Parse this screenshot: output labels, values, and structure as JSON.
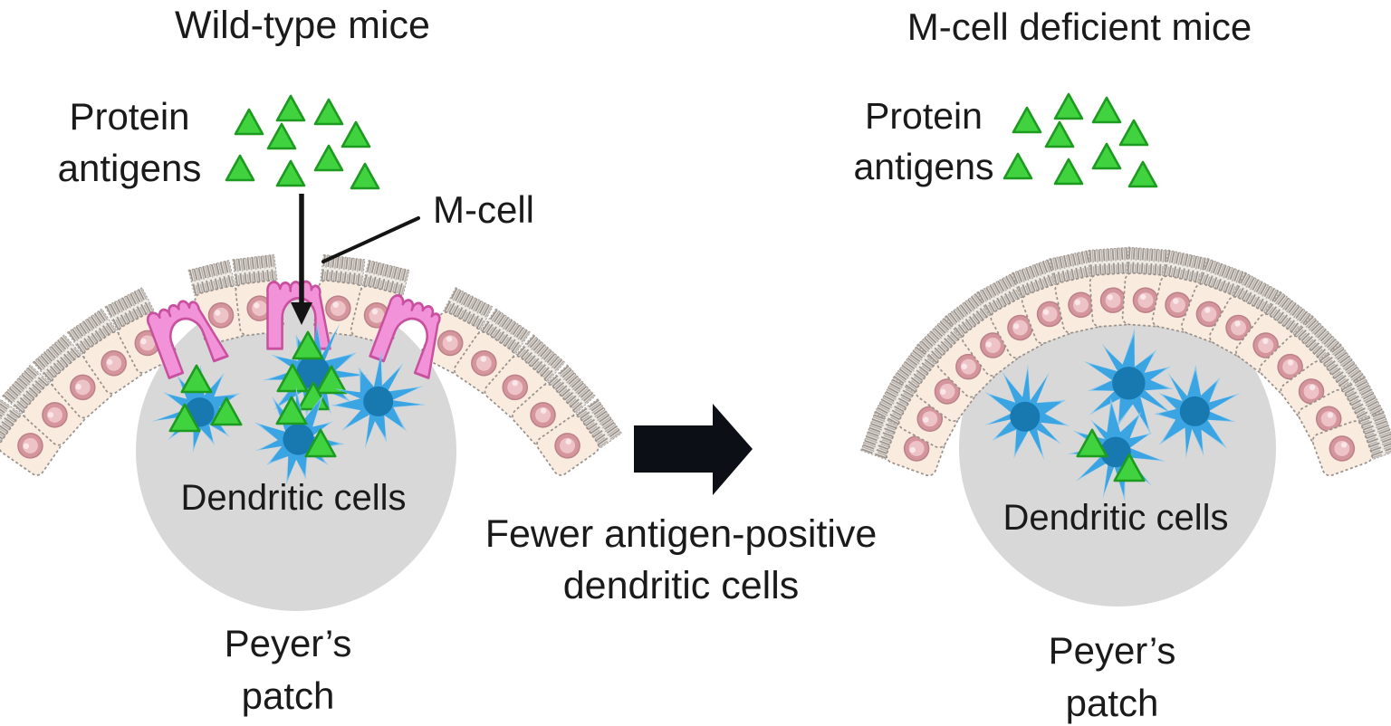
{
  "figure": {
    "type": "biology-schematic",
    "left_panel": {
      "title": "Wild-type mice",
      "protein_label": [
        "Protein",
        "antigens"
      ],
      "antigen_count": 9,
      "mcell_label": "M-cell",
      "mcell_count": 3,
      "dendritic_label": "Dendritic cells",
      "dendritic_cell_count": 4,
      "antigen_positive_dendritic_cell_count": 3,
      "patch_label": [
        "Peyer’s",
        "patch"
      ]
    },
    "right_panel": {
      "title": "M-cell deficient mice",
      "protein_label": [
        "Protein",
        "antigens"
      ],
      "antigen_count": 9,
      "mcell_count": 0,
      "dendritic_label": "Dendritic cells",
      "dendritic_cell_count": 4,
      "antigen_positive_dendritic_cell_count": 1,
      "patch_label": [
        "Peyer’s",
        "patch"
      ]
    },
    "transition": {
      "caption": [
        "Fewer antigen-positive",
        "dendritic cells"
      ]
    },
    "icons": {
      "antigen": "green-triangle",
      "dendritic_cell": "blue-spiky-star",
      "m_cell": "pink-pocket-cell",
      "epithelial_cell": "brush-border-columnar-cell",
      "transition_arrow": "right-arrow",
      "uptake_arrow": "down-arrow"
    },
    "colors": {
      "antigen_fill": "#41d33f",
      "antigen_stroke": "#1d9a20",
      "dc_body": "#3ba4e3",
      "dc_halo": "#8cc7ec",
      "dc_nucleus": "#1878b0",
      "patch_fill": "#d8d8d8",
      "epithelium_fill": "#faebdf",
      "epithelium_stroke": "#98908a",
      "nucleus_ring": "#d4959c",
      "nucleus_center": "#eec3c8",
      "mcell_fill": "#f292d9",
      "mcell_stroke": "#c8519f",
      "arrow": "#0c1016",
      "text": "#1a1a1a"
    }
  }
}
